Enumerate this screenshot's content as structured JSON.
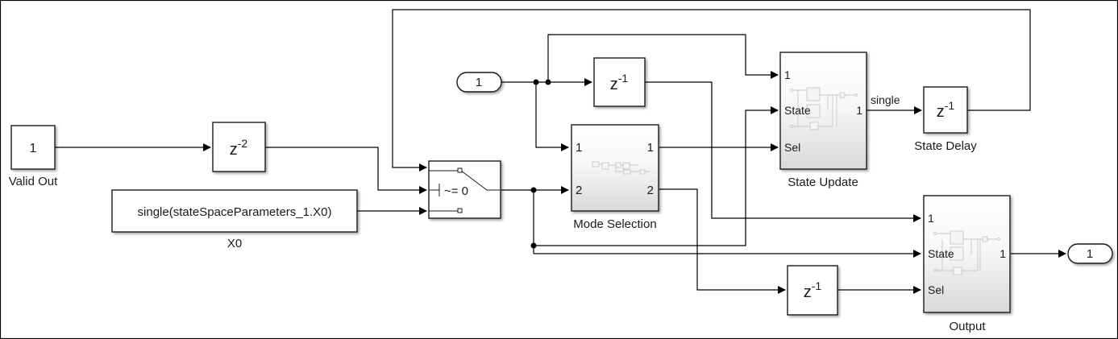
{
  "diagram": {
    "blocks": {
      "valid_out": {
        "value": "1",
        "label": "Valid Out"
      },
      "delay2": {
        "base": "z",
        "exp": "-2"
      },
      "x0_const": {
        "value": "single(stateSpaceParameters_1.X0)",
        "label": "X0"
      },
      "switch": {
        "criterion": "~= 0"
      },
      "inport1": {
        "value": "1"
      },
      "delay1_top": {
        "base": "z",
        "exp": "-1"
      },
      "mode_selection": {
        "label": "Mode Selection",
        "in": [
          "1",
          "2"
        ],
        "out": [
          "1",
          "2"
        ]
      },
      "state_update": {
        "label": "State Update",
        "in": [
          "1",
          "State",
          "Sel"
        ],
        "out": [
          "1"
        ]
      },
      "state_delay": {
        "base": "z",
        "exp": "-1",
        "label": "State Delay"
      },
      "delay1_bottom": {
        "base": "z",
        "exp": "-1"
      },
      "output_block": {
        "label": "Output",
        "in": [
          "1",
          "State",
          "Sel"
        ],
        "out": [
          "1"
        ]
      },
      "outport1": {
        "value": "1"
      }
    },
    "signal_labels": {
      "state_update_out": "single"
    }
  }
}
